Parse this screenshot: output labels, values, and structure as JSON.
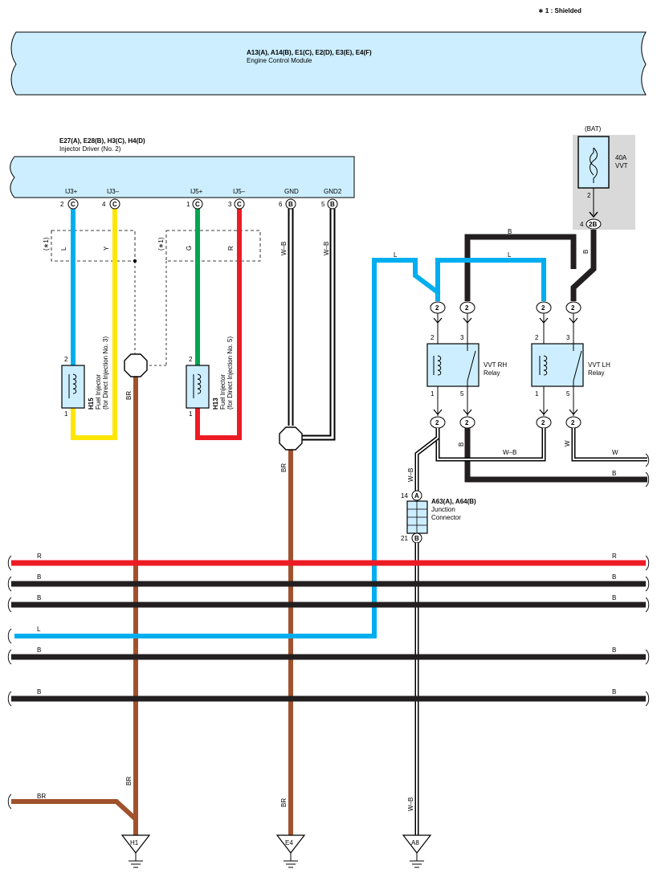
{
  "note": "∗ 1 : Shielded",
  "ecm": {
    "code": "A13(A), A14(B), E1(C), E2(D), E3(E), E4(F)",
    "name": "Engine Control Module"
  },
  "injector_driver": {
    "code": "E27(A), E28(B), H3(C), H4(D)",
    "name": "Injector Driver (No. 2)",
    "pins": [
      {
        "label": "IJ3+",
        "num": "2",
        "conn": "C"
      },
      {
        "label": "IJ3–",
        "num": "4",
        "conn": "C"
      },
      {
        "label": "IJ5+",
        "num": "1",
        "conn": "C"
      },
      {
        "label": "IJ5–",
        "num": "3",
        "conn": "C"
      },
      {
        "label": "GND",
        "num": "6",
        "conn": "B"
      },
      {
        "label": "GND2",
        "num": "5",
        "conn": "B"
      }
    ]
  },
  "shield": "(∗1)",
  "injectors": [
    {
      "code": "H15",
      "name": "Fuel Injector",
      "sub": "(for Direct Injection No. 3)",
      "pin_top": "2",
      "pin_bottom": "1"
    },
    {
      "code": "H13",
      "name": "Fuel Injector",
      "sub": "(for Direct Injection No. 5)",
      "pin_top": "2",
      "pin_bottom": "1"
    }
  ],
  "fuse": {
    "source": "(BAT)",
    "rating": "40A",
    "name": "VVT",
    "pin": "2",
    "conn_num": "4",
    "conn": "2B"
  },
  "relays": [
    {
      "name": "VVT RH",
      "name2": "Relay",
      "p_tl": "2",
      "p_tr": "3",
      "p_bl": "1",
      "p_br": "5"
    },
    {
      "name": "VVT LH",
      "name2": "Relay",
      "p_tl": "2",
      "p_tr": "3",
      "p_bl": "1",
      "p_br": "5"
    }
  ],
  "relay_conn": "2",
  "junction": {
    "code": "A63(A), A64(B)",
    "name": "Junction",
    "name2": "Connector",
    "pin_top": "14",
    "conn_top": "A",
    "pin_bottom": "21",
    "conn_bottom": "B"
  },
  "grounds": [
    "H1",
    "E4",
    "A8"
  ],
  "wire_labels": {
    "L": "L",
    "Y": "Y",
    "G": "G",
    "R": "R",
    "WB": "W–B",
    "B": "B",
    "BR": "BR",
    "W": "W"
  },
  "colors": {
    "L": "#00aeef",
    "Y": "#ffe600",
    "G": "#00a651",
    "R": "#ed1c24",
    "B": "#231f20",
    "BR": "#a0522d",
    "W": "#ffffff",
    "box": "#cceeff",
    "fusebg": "#d9d9d9"
  }
}
